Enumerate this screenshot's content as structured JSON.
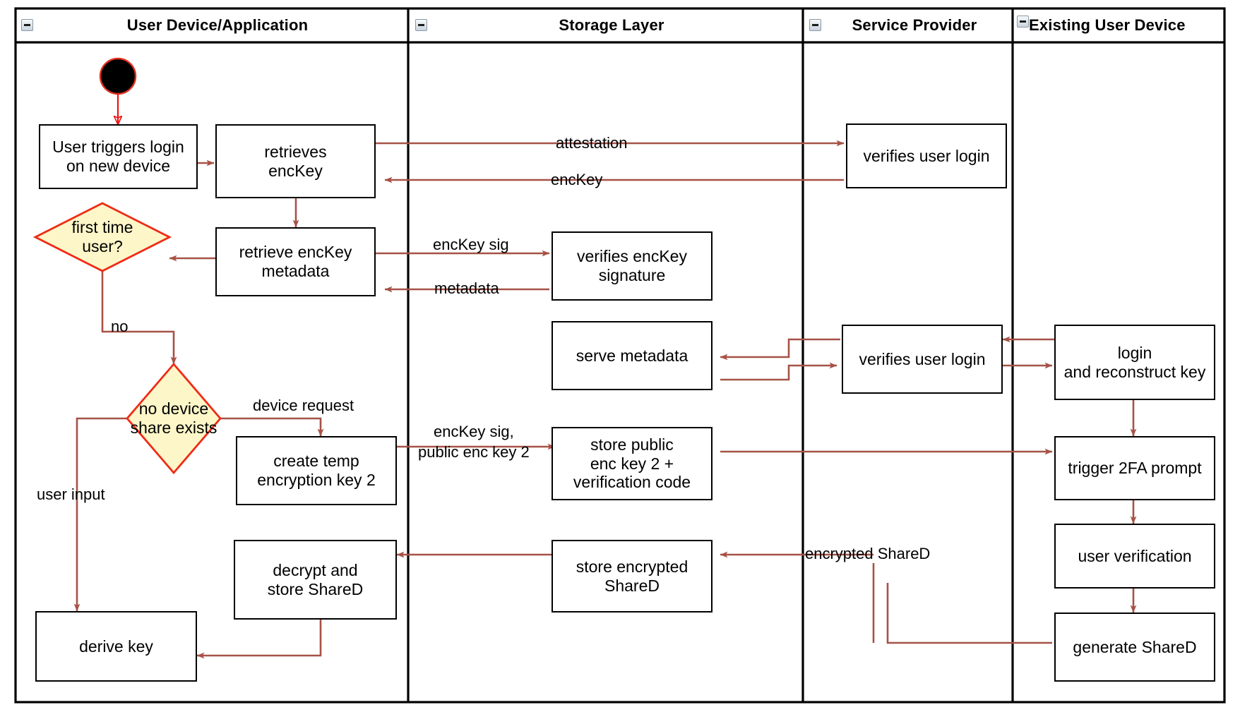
{
  "diagram": {
    "type": "uml-activity-swimlane",
    "title": "",
    "colors": {
      "flow_arrow": "#a65247",
      "start_arrow": "#ee1111",
      "decision_fill": "#fdf6c8",
      "decision_stroke": "#ef2b16",
      "node_stroke": "#000000",
      "node_fill": "#ffffff",
      "lane_stroke": "#000000",
      "start_node_fill": "#000000",
      "start_node_stroke": "#e03020"
    },
    "lanes": [
      {
        "id": "user-device",
        "label": "User Device/Application",
        "icon": "collapse-minus-icon"
      },
      {
        "id": "storage-layer",
        "label": "Storage Layer",
        "icon": "collapse-minus-icon"
      },
      {
        "id": "service-provider",
        "label": "Service Provider",
        "icon": "collapse-minus-icon"
      },
      {
        "id": "existing-user-device",
        "label": "Existing User Device",
        "icon": "collapse-minus-icon"
      }
    ],
    "start_node": {
      "name": "initial-node",
      "shape": "filled-circle"
    },
    "nodes": [
      {
        "id": "user-triggers-login",
        "lane": "user-device",
        "label": "User triggers login\non new device"
      },
      {
        "id": "retrieves-enckey",
        "lane": "user-device",
        "label": "retrieves\nencKey"
      },
      {
        "id": "retrieve-enckey-metadata",
        "lane": "user-device",
        "label": "retrieve encKey\nmetadata"
      },
      {
        "id": "create-temp-encryption-key-2",
        "lane": "user-device",
        "label": "create temp\nencryption key 2"
      },
      {
        "id": "decrypt-and-store-shared",
        "lane": "user-device",
        "label": "decrypt and\nstore ShareD"
      },
      {
        "id": "derive-key",
        "lane": "user-device",
        "label": "derive key"
      },
      {
        "id": "verifies-enckey-signature",
        "lane": "storage-layer",
        "label": "verifies encKey\nsignature"
      },
      {
        "id": "serve-metadata",
        "lane": "storage-layer",
        "label": "serve metadata"
      },
      {
        "id": "store-public-enc-key-2",
        "lane": "storage-layer",
        "label": "store public\nenc key 2 +\nverification code"
      },
      {
        "id": "store-encrypted-shared",
        "lane": "storage-layer",
        "label": "store encrypted\nShareD"
      },
      {
        "id": "verifies-user-login-1",
        "lane": "service-provider",
        "label": "verifies user login"
      },
      {
        "id": "verifies-user-login-2",
        "lane": "service-provider",
        "label": "verifies user login"
      },
      {
        "id": "login-and-reconstruct-key",
        "lane": "existing-user-device",
        "label": "login\nand reconstruct key"
      },
      {
        "id": "trigger-2fa-prompt",
        "lane": "existing-user-device",
        "label": "trigger 2FA prompt"
      },
      {
        "id": "user-verification",
        "lane": "existing-user-device",
        "label": "user verification"
      },
      {
        "id": "generate-shared",
        "lane": "existing-user-device",
        "label": "generate ShareD"
      }
    ],
    "decisions": [
      {
        "id": "first-time-user",
        "lane": "user-device",
        "label": "first time\nuser?"
      },
      {
        "id": "no-device-share-exists",
        "lane": "user-device",
        "label": "no device\nshare exists"
      }
    ],
    "edge_labels": [
      {
        "id": "attestation",
        "text": "attestation"
      },
      {
        "id": "enckey",
        "text": "encKey"
      },
      {
        "id": "enckey-sig",
        "text": "encKey sig"
      },
      {
        "id": "metadata",
        "text": "metadata"
      },
      {
        "id": "no",
        "text": "no"
      },
      {
        "id": "device-request",
        "text": "device request"
      },
      {
        "id": "user-input",
        "text": "user input"
      },
      {
        "id": "enckey-sig-public-enc-key-2",
        "text": "encKey sig,\npublic enc key 2"
      },
      {
        "id": "encrypted-shared",
        "text": "encrypted ShareD"
      }
    ]
  }
}
